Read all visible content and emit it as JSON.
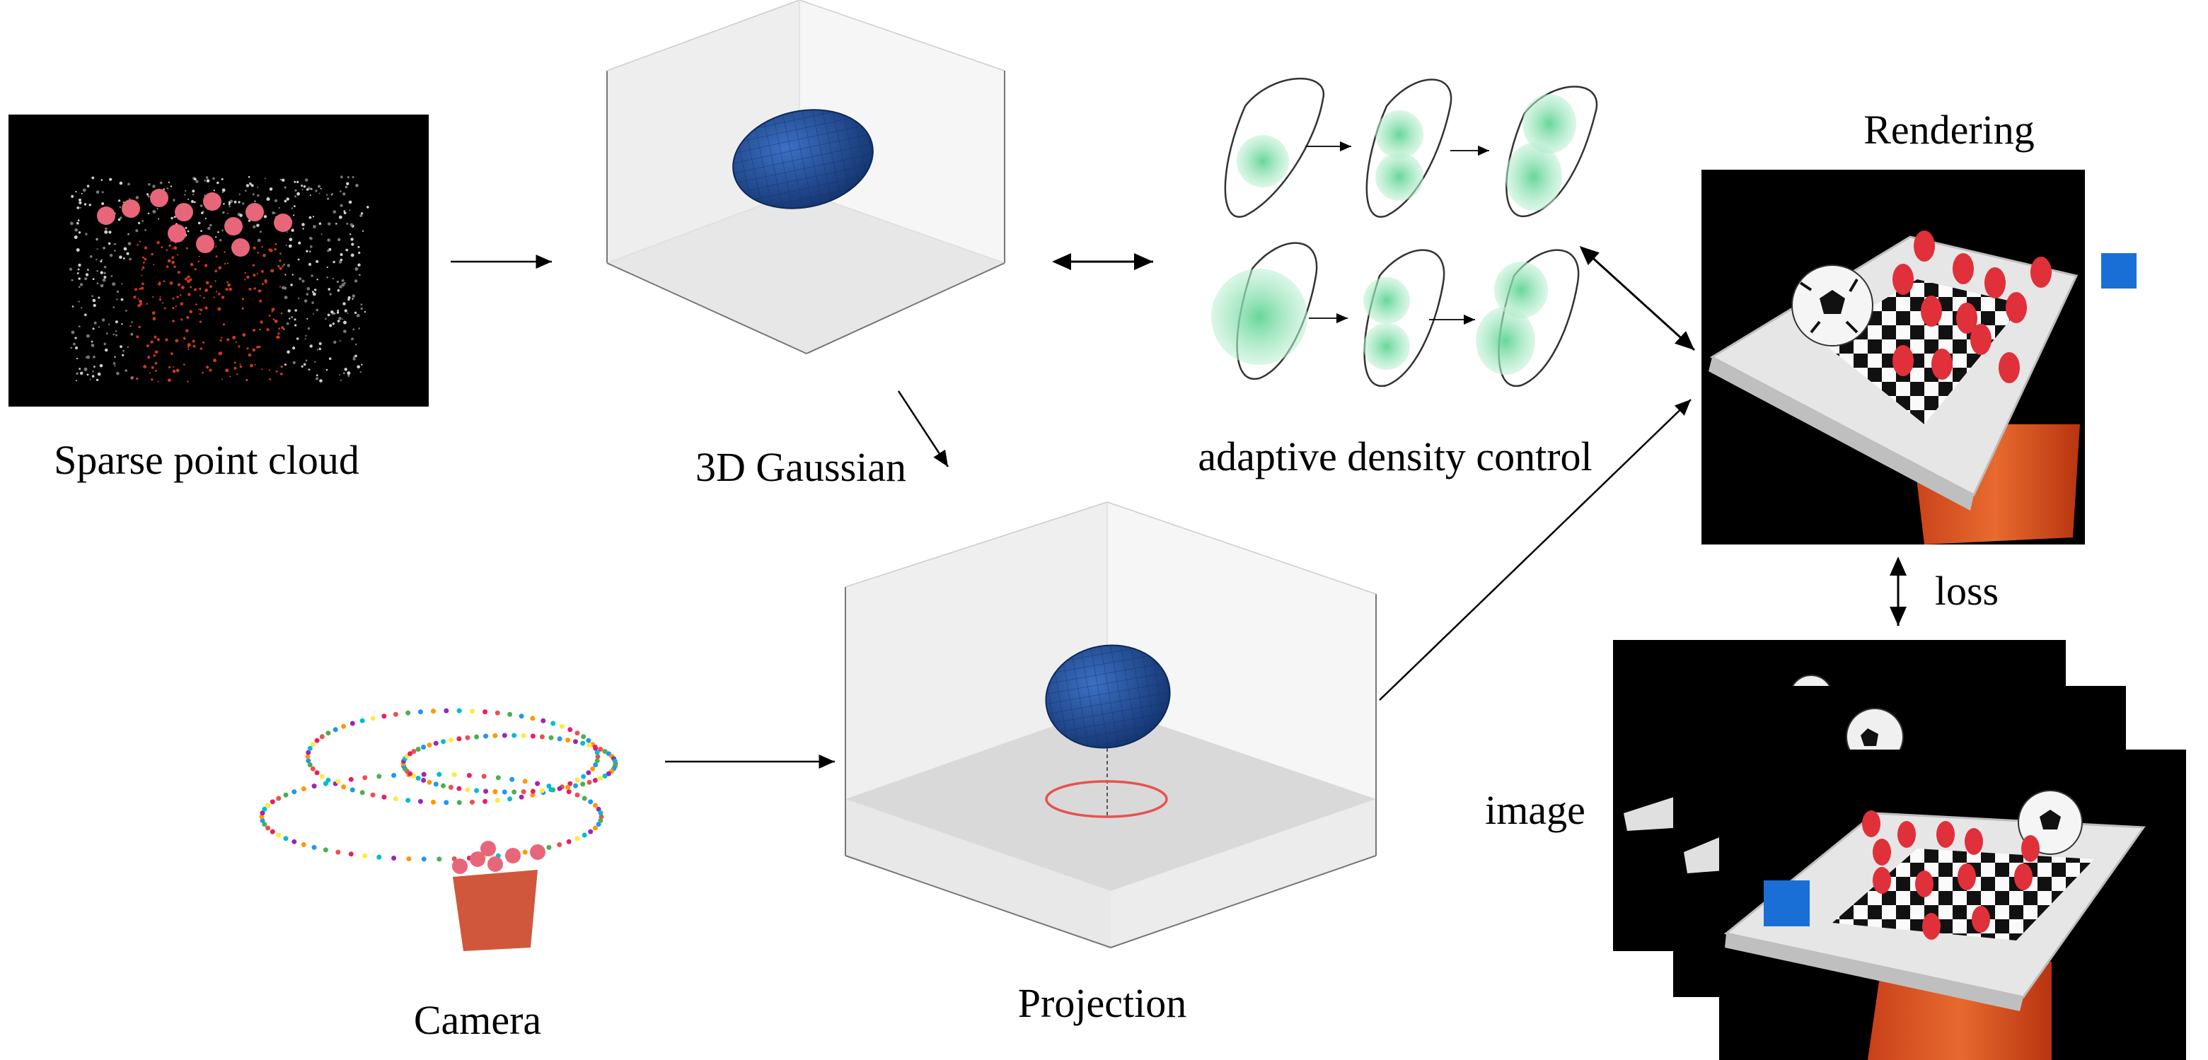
{
  "labels": {
    "sparse_point_cloud": "Sparse point cloud",
    "gaussian_3d": "3D Gaussian",
    "adaptive_density_control": "adaptive density control",
    "rendering": "Rendering",
    "camera": "Camera",
    "projection": "Projection",
    "loss": "loss",
    "image": "image"
  },
  "colors": {
    "gaussian_blue": "#1f4e9c",
    "density_green": "#7ddca8",
    "projection_ring": "#e8524f",
    "point_cloud_red": "#c83a1a",
    "berry_pink": "#e8667a",
    "board_white": "#e9e9e9",
    "cube_blue": "#1a6fd6"
  }
}
